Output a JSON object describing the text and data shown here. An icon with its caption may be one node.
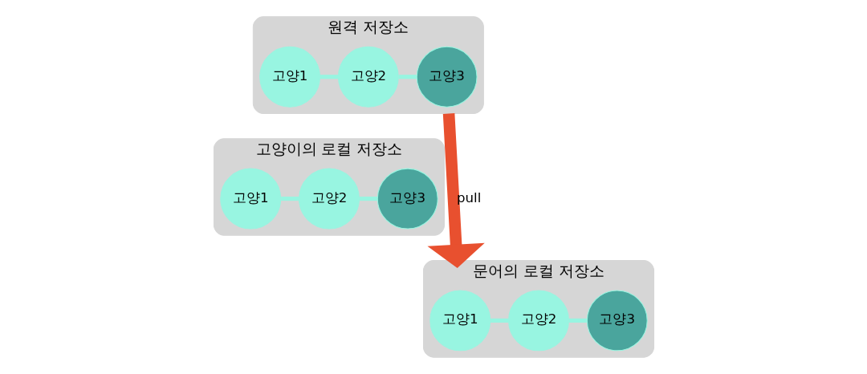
{
  "diagram": {
    "nodes": [
      {
        "text": [
          "원격 저장소"
        ]
      },
      {
        "text": [
          "고양1"
        ],
        "in": 0
      },
      {
        "text": [
          "고양2"
        ],
        "in": 0
      },
      {
        "text": [
          "고양3"
        ],
        "in": 0
      },
      {
        "text": [
          "고양이의 로컬 저장소"
        ]
      },
      {
        "text": [
          "고양1"
        ],
        "in": 4
      },
      {
        "text": [
          "고양2"
        ],
        "in": 4
      },
      {
        "text": [
          "고양3"
        ],
        "in": 4
      },
      {
        "text": [
          "문어의 로컬 저장소"
        ]
      },
      {
        "text": [
          "고양1"
        ],
        "in": 8
      },
      {
        "text": [
          "고양2"
        ],
        "in": 8
      },
      {
        "text": [
          "고양3"
        ],
        "in": 8
      }
    ],
    "edges": [
      {
        "from": 1,
        "to": 2,
        "arrow": "none"
      },
      {
        "from": 2,
        "to": 3,
        "arrow": "none"
      },
      {
        "from": 5,
        "to": 6,
        "arrow": "none"
      },
      {
        "from": 6,
        "to": 7,
        "arrow": "none"
      },
      {
        "from": 9,
        "to": 10,
        "arrow": "none"
      },
      {
        "from": 10,
        "to": 11,
        "arrow": "none"
      },
      {
        "from": 0,
        "to": 8,
        "arrow": "to",
        "label": "pull",
        "style": "thick",
        "color": "#e8502f"
      }
    ]
  }
}
